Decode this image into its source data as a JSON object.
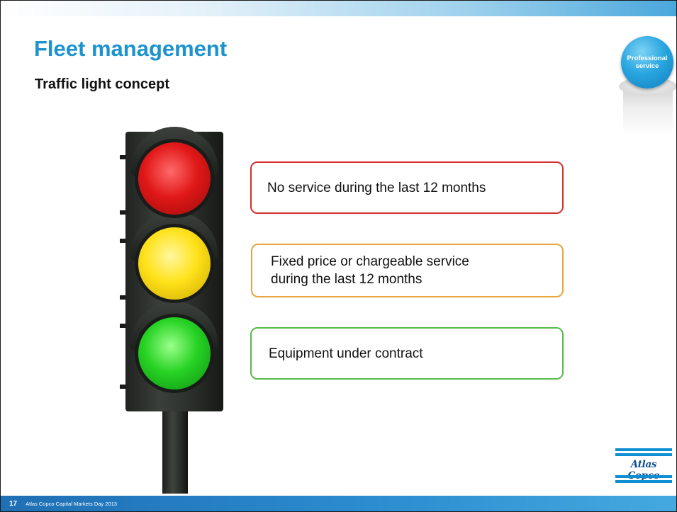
{
  "slide": {
    "title": "Fleet management",
    "subtitle": "Traffic light concept"
  },
  "badge": {
    "label": "Professional service"
  },
  "traffic_light": {
    "lamps": [
      "red",
      "yellow",
      "green"
    ]
  },
  "legend": [
    {
      "color": "#d52f2f",
      "text": "No service during the last 12 months"
    },
    {
      "color": "#e9a53d",
      "text": "Fixed price or chargeable service\nduring the last 12 months"
    },
    {
      "color": "#57bb4e",
      "text": "Equipment under contract"
    }
  ],
  "logo": {
    "text": "Atlas Copco",
    "color": "#0f8fd3"
  },
  "footer": {
    "page_number": "17",
    "text": "Atlas Copco Capital Markets Day 2013"
  },
  "colors": {
    "accent": "#1b93cf",
    "footer_bar": "#2c8ccf"
  }
}
